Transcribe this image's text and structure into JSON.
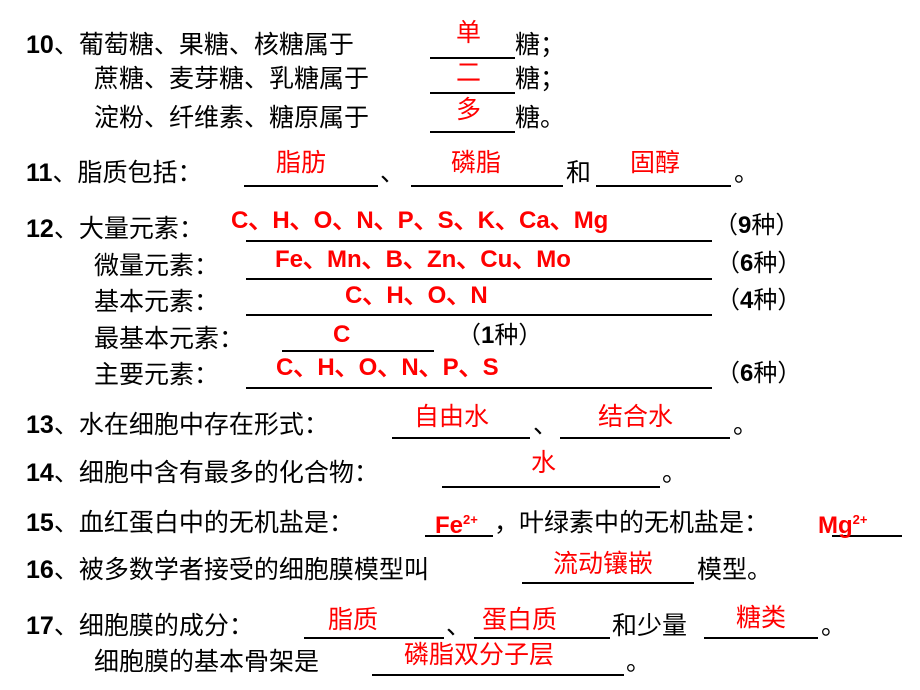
{
  "q10": {
    "num": "10",
    "l1": "、葡萄糖、果糖、核糖属于",
    "l1_end": "糖；",
    "a1": "单",
    "l2": "蔗糖、麦芽糖、乳糖属于",
    "l2_end": "糖；",
    "a2": "二",
    "l3": "淀粉、纤维素、糖原属于",
    "l3_end": "糖。",
    "a3": "多"
  },
  "q11": {
    "num": "11",
    "pre": "、脂质包括：",
    "sep": "、",
    "and": "和",
    "end": "。",
    "a1": "脂肪",
    "a2": "磷脂",
    "a3": "固醇"
  },
  "q12": {
    "num": "12",
    "r1_label": "、大量元素：",
    "r1_ans": "C、H、O、N、P、S、K、Ca、Mg",
    "r1_count": "9",
    "r1_unit": "种）",
    "r2_label": "微量元素：",
    "r2_ans": "Fe、Mn、B、Zn、Cu、Mo",
    "r2_count": "6",
    "r2_unit": "种）",
    "r3_label": "基本元素：",
    "r3_ans": "C、H、O、N",
    "r3_count": "4",
    "r3_unit": "种）",
    "r4_label": "最基本元素：",
    "r4_ans": "C",
    "r4_count": "1",
    "r4_unit": "种）",
    "r5_label": "主要元素：",
    "r5_ans": "C、H、O、N、P、S",
    "r5_count": "6",
    "r5_unit": "种）",
    "open_paren": "（"
  },
  "q13": {
    "num": "13",
    "pre": "、水在细胞中存在形式：",
    "sep": "、",
    "end": "。",
    "a1": "自由水",
    "a2": "结合水"
  },
  "q14": {
    "num": "14",
    "pre": "、细胞中含有最多的化合物：",
    "end": "。",
    "a1": "水"
  },
  "q15": {
    "num": "15",
    "pre": "、血红蛋白中的无机盐是：",
    "mid": "，叶绿素中的无机盐是：",
    "a1_base": "Fe",
    "a1_sup": "2+",
    "a2_base": "Mg",
    "a2_sup": "2+"
  },
  "q16": {
    "num": "16",
    "pre": "、被多数学者接受的细胞膜模型叫",
    "end": "模型。",
    "a1": "流动镶嵌"
  },
  "q17": {
    "num": "17",
    "pre": "、细胞膜的成分：",
    "sep": "、",
    "and": "和少量",
    "end": "。",
    "a1": "脂质",
    "a2": "蛋白质",
    "a3": "糖类",
    "l2": "细胞膜的基本骨架是",
    "l2_end": "。",
    "a4": "磷脂双分子层"
  },
  "colors": {
    "answer": "#ff0000",
    "text": "#000000",
    "background": "#ffffff"
  }
}
